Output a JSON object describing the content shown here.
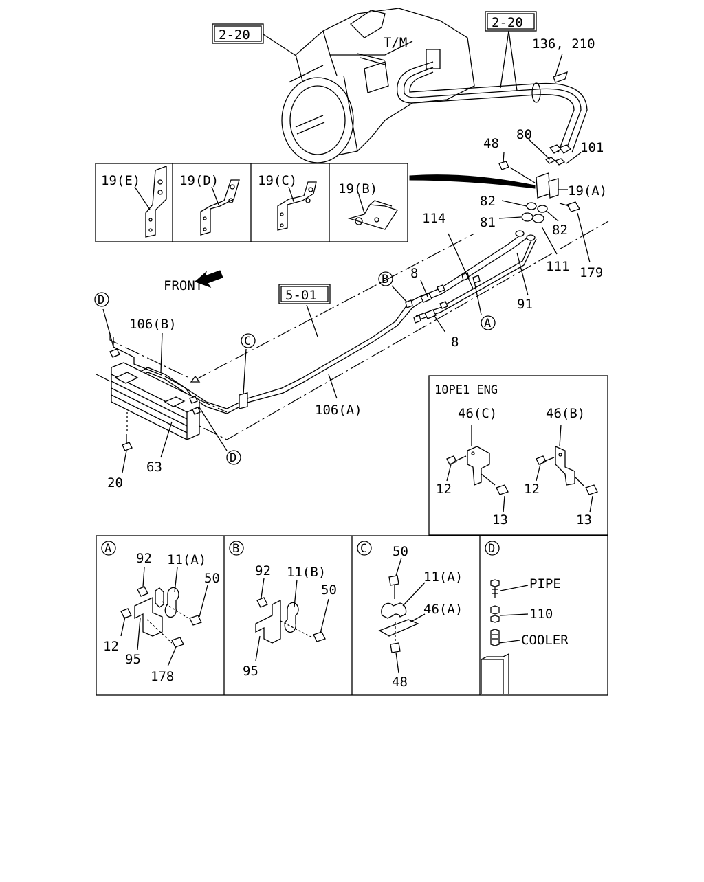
{
  "refs": {
    "r2_20_left": "2-20",
    "r2_20_right": "2-20",
    "r5_01": "5-01"
  },
  "labels": {
    "tm": "T/M",
    "front": "FRONT",
    "p136_210": "136, 210",
    "p48_top": "48",
    "p80": "80",
    "p101": "101",
    "p19a": "19(A)",
    "p82_left": "82",
    "p82_right": "82",
    "p81": "81",
    "p114": "114",
    "p111": "111",
    "p179": "179",
    "p91": "91",
    "p8_top": "8",
    "p8_bot": "8",
    "p106a": "106(A)",
    "p106b": "106(B)",
    "p63": "63",
    "p20": "20",
    "callout_b": "B",
    "callout_a": "A",
    "callout_c": "C",
    "callout_d_top": "D",
    "callout_d_bot": "D"
  },
  "bracket_box": {
    "items": [
      "19(E)",
      "19(D)",
      "19(C)",
      "19(B)"
    ]
  },
  "engine_box": {
    "title": "10PE1 ENG",
    "p46c": "46(C)",
    "p46b": "46(B)",
    "p12_left": "12",
    "p12_right": "12",
    "p13_left": "13",
    "p13_right": "13"
  },
  "detail_a": {
    "tag": "A",
    "p92": "92",
    "p11a": "11(A)",
    "p50": "50",
    "p12": "12",
    "p95": "95",
    "p178": "178"
  },
  "detail_b": {
    "tag": "B",
    "p92": "92",
    "p11b": "11(B)",
    "p50": "50",
    "p95": "95"
  },
  "detail_c": {
    "tag": "C",
    "p50": "50",
    "p11a": "11(A)",
    "p46a": "46(A)",
    "p48": "48"
  },
  "detail_d": {
    "tag": "D",
    "pipe": "PIPE",
    "p110": "110",
    "cooler": "COOLER"
  }
}
